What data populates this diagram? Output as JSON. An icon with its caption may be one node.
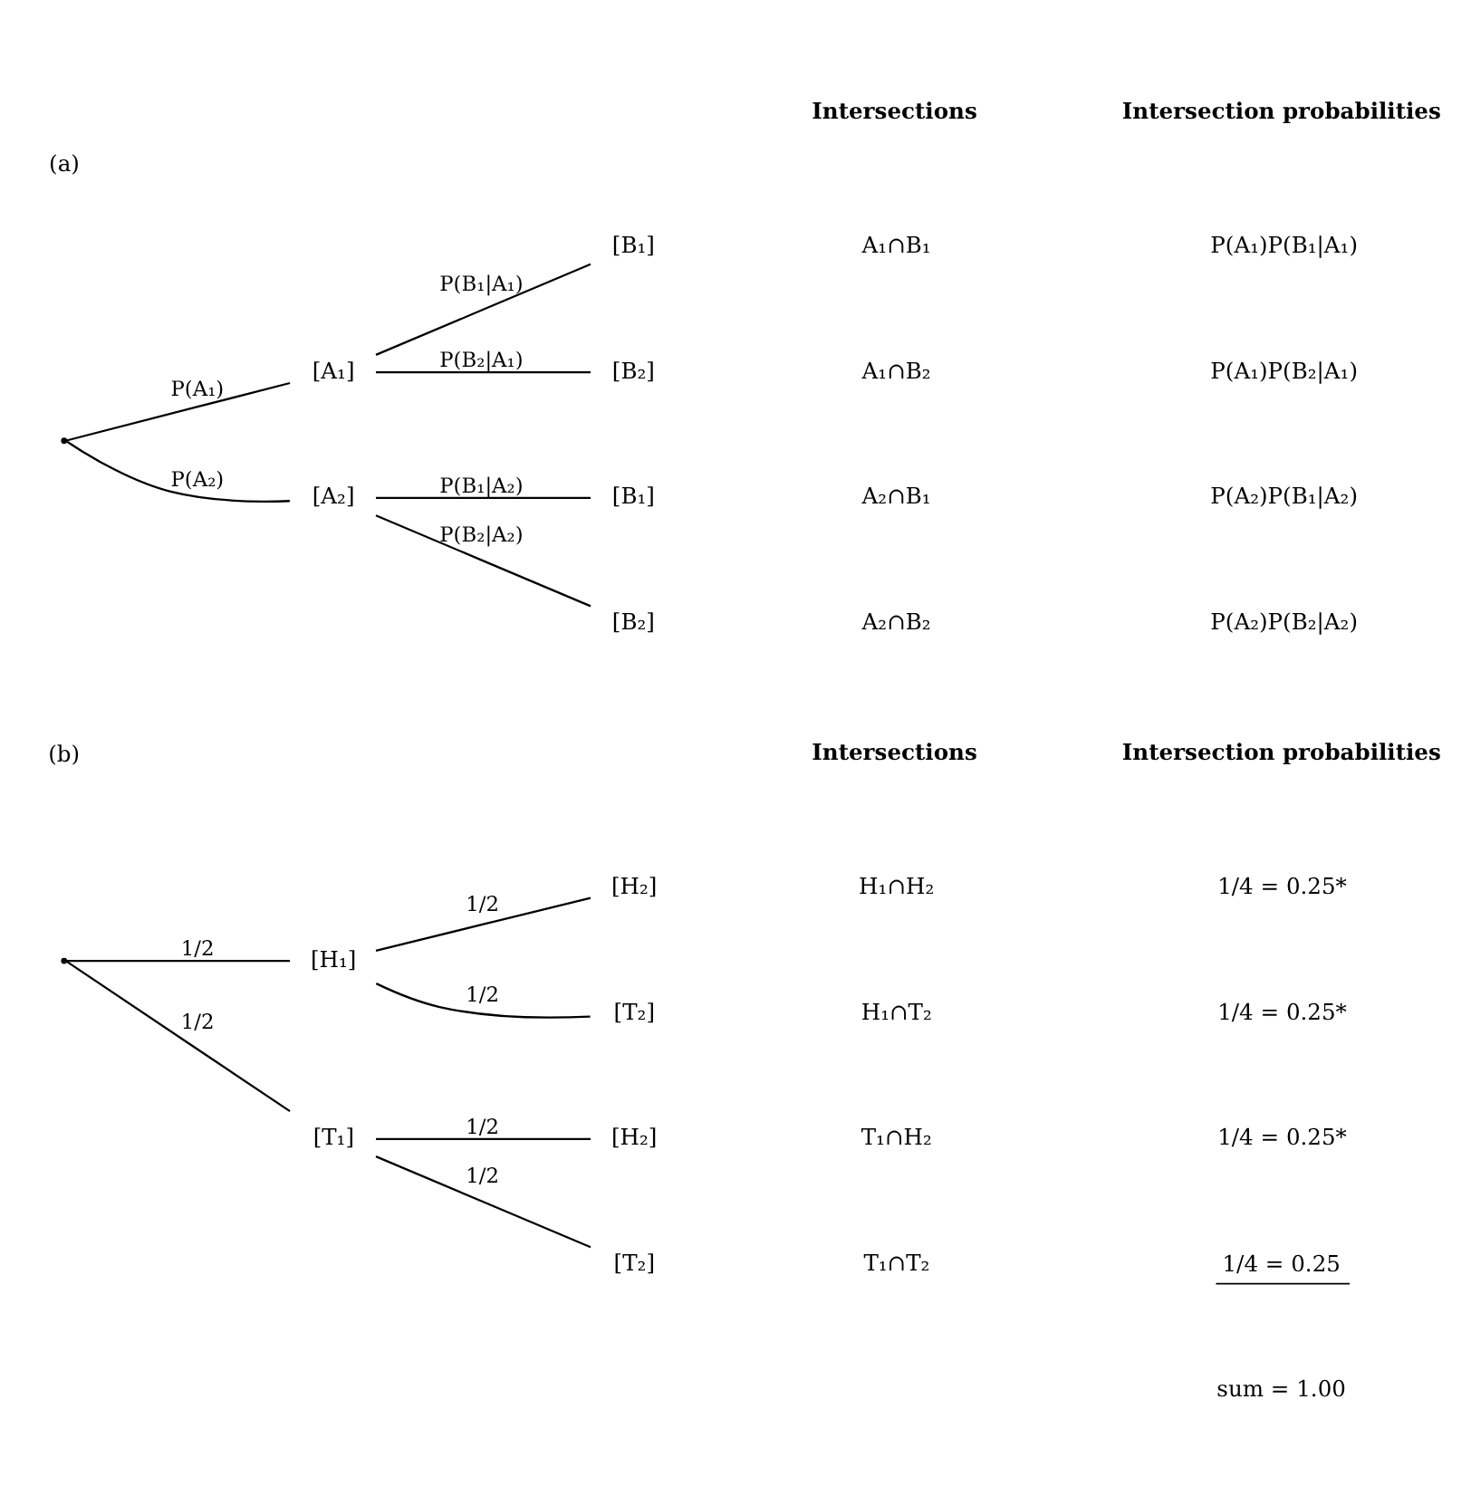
{
  "diagram": {
    "nodes": [
      {
        "text": [],
        "shape": "point"
      },
      {
        "text": [
          "[A₁]"
        ]
      },
      {
        "text": [
          "[B₁]"
        ]
      },
      {
        "text": [
          "[B₂]"
        ]
      },
      {
        "text": [
          "[A₂]"
        ]
      },
      {
        "text": [
          "[B₁]"
        ]
      },
      {
        "text": [
          "[B₂]"
        ]
      },
      {
        "text": [],
        "shape": "point"
      },
      {
        "text": [
          "[H₁]"
        ]
      },
      {
        "text": [
          "[H₂]"
        ]
      },
      {
        "text": [
          "[T₂]"
        ]
      },
      {
        "text": [
          "[T₁]"
        ]
      },
      {
        "text": [
          "[H₂]"
        ]
      },
      {
        "text": [
          "[T₂]"
        ]
      }
    ],
    "edges": [
      {
        "from": 0,
        "to": 1,
        "arrow": "none",
        "label": "P(A₁)"
      },
      {
        "from": 1,
        "to": 2,
        "arrow": "none",
        "label": "P(B₁|A₁)"
      },
      {
        "from": 1,
        "to": 3,
        "arrow": "none",
        "label": "P(B₂|A₁)"
      },
      {
        "from": 0,
        "to": 4,
        "arrow": "none",
        "label": "P(A₂)"
      },
      {
        "from": 4,
        "to": 5,
        "arrow": "none",
        "label": "P(B₁|A₂)"
      },
      {
        "from": 4,
        "to": 6,
        "arrow": "none",
        "label": "P(B₂|A₂)"
      },
      {
        "from": 7,
        "to": 8,
        "arrow": "none",
        "label": "1/2"
      },
      {
        "from": 8,
        "to": 9,
        "arrow": "none",
        "label": "1/2"
      },
      {
        "from": 8,
        "to": 10,
        "arrow": "none",
        "label": "1/2"
      },
      {
        "from": 7,
        "to": 11,
        "arrow": "none",
        "label": "1/2"
      },
      {
        "from": 11,
        "to": 12,
        "arrow": "none",
        "label": "1/2"
      },
      {
        "from": 11,
        "to": 13,
        "arrow": "none",
        "label": "1/2"
      }
    ],
    "labels": [
      "(a)",
      "Intersections",
      "Intersection probabilities",
      "A₁∩B₁",
      "P(A₁)P(B₁|A₁)",
      "A₁∩B₂",
      "P(A₁)P(B₂|A₁)",
      "A₂∩B₁",
      "P(A₂)P(B₁|A₂)",
      "A₂∩B₂",
      "P(A₂)P(B₂|A₂)",
      "(b)",
      "Intersections",
      "Intersection probabilities",
      "H₁∩H₂",
      "1/4 = 0.25*",
      "H₁∩T₂",
      "1/4 = 0.25*",
      "T₁∩H₂",
      "1/4 = 0.25*",
      "T₁∩T₂",
      "1/4 = 0.25",
      "sum = 1.00"
    ]
  }
}
